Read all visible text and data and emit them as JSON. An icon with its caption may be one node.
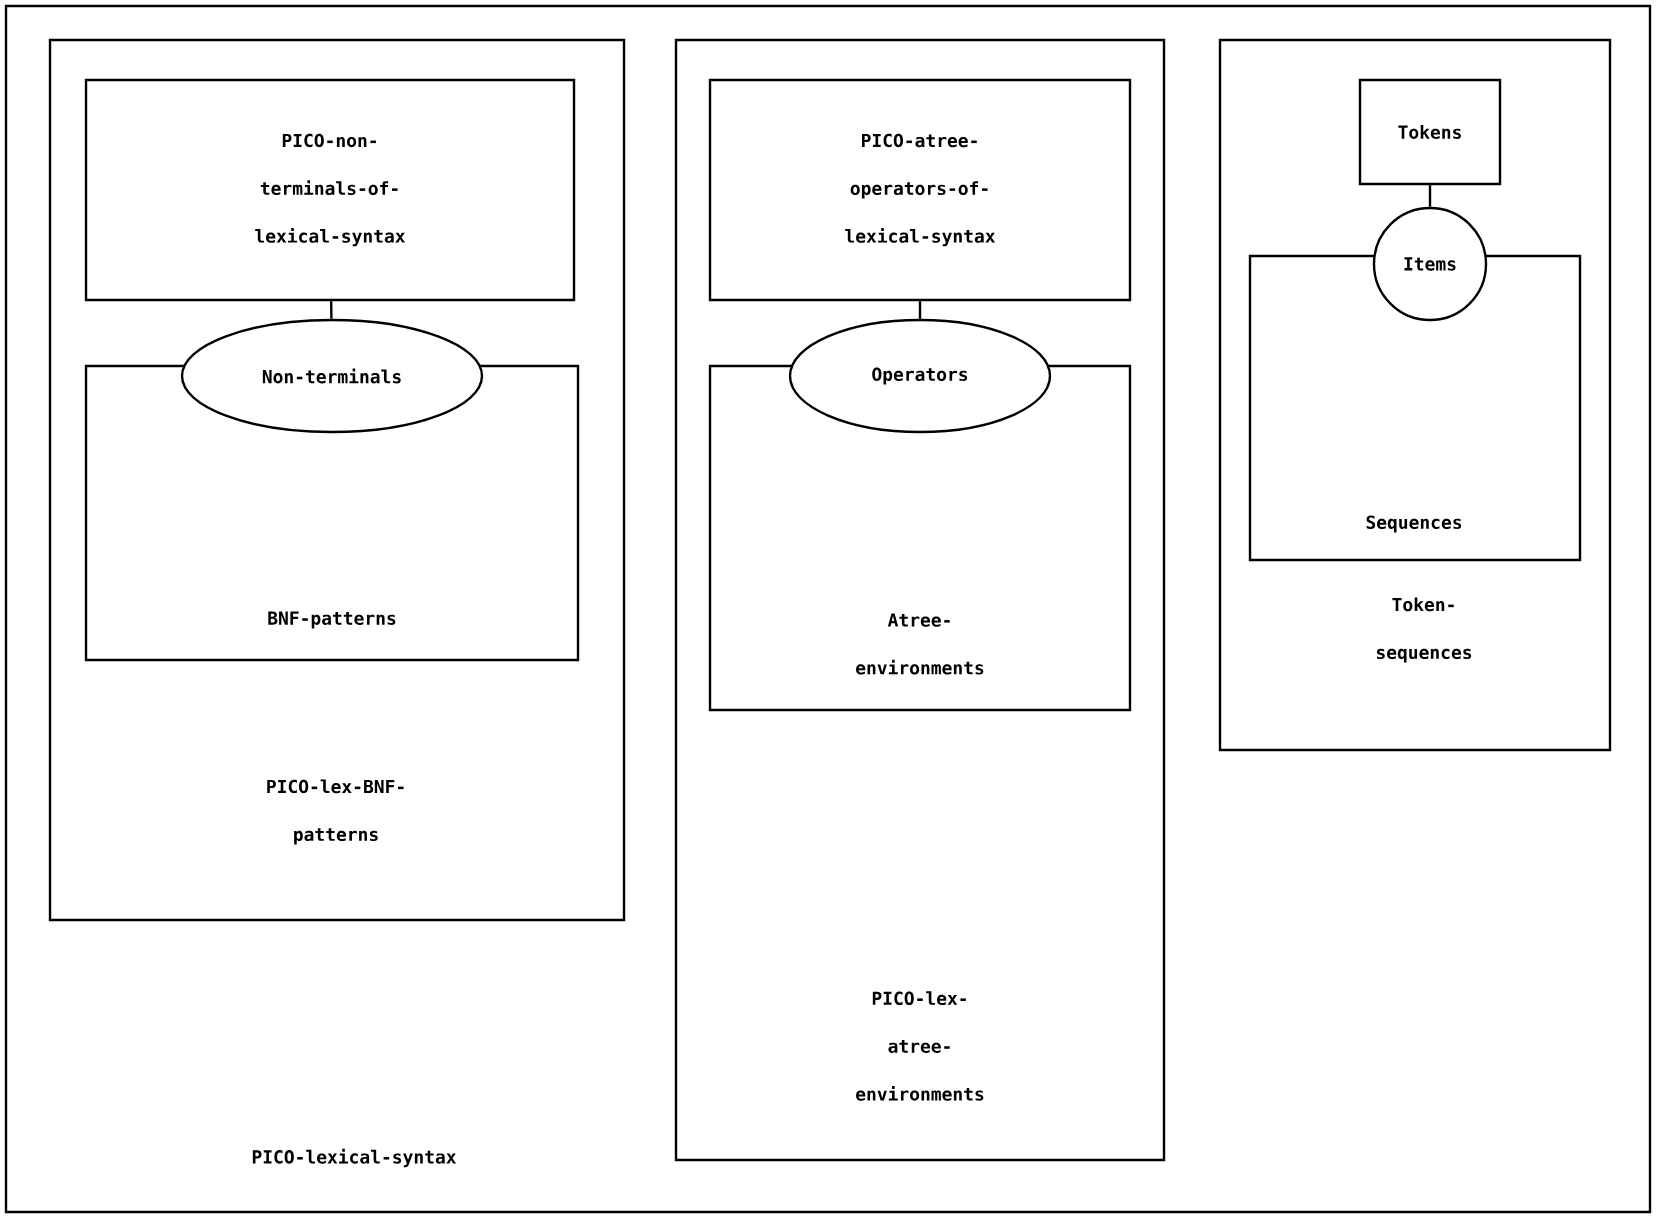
{
  "diagram": {
    "nodes": [
      {
        "text": [
          "PICO-lexical-syntax"
        ]
      },
      {
        "text": [
          "PICO-lex-BNF- patterns"
        ],
        "in": 0
      },
      {
        "text": [
          "PICO-non- terminals-of- lexical-syntax"
        ],
        "in": 1
      },
      {
        "text": [
          "Non-terminals"
        ],
        "in": 1
      },
      {
        "text": [
          "BNF-patterns"
        ],
        "in": 1
      },
      {
        "text": [
          "PICO-lex- atree- environments"
        ],
        "in": 0
      },
      {
        "text": [
          "PICO-atree- operators-of- lexical-syntax"
        ],
        "in": 5
      },
      {
        "text": [
          "Operators"
        ],
        "in": 5
      },
      {
        "text": [
          "Atree- environments"
        ],
        "in": 5
      },
      {
        "text": [
          "Token- sequences"
        ],
        "in": 0
      },
      {
        "text": [
          "Tokens"
        ],
        "in": 9
      },
      {
        "text": [
          "Items"
        ],
        "in": 9
      },
      {
        "text": [
          "Sequences"
        ],
        "in": 9
      }
    ],
    "edges": [
      {
        "from": 2,
        "to": 3,
        "arrow": "none"
      },
      {
        "from": 6,
        "to": 7,
        "arrow": "none"
      },
      {
        "from": 10,
        "to": 11,
        "arrow": "none"
      }
    ]
  }
}
